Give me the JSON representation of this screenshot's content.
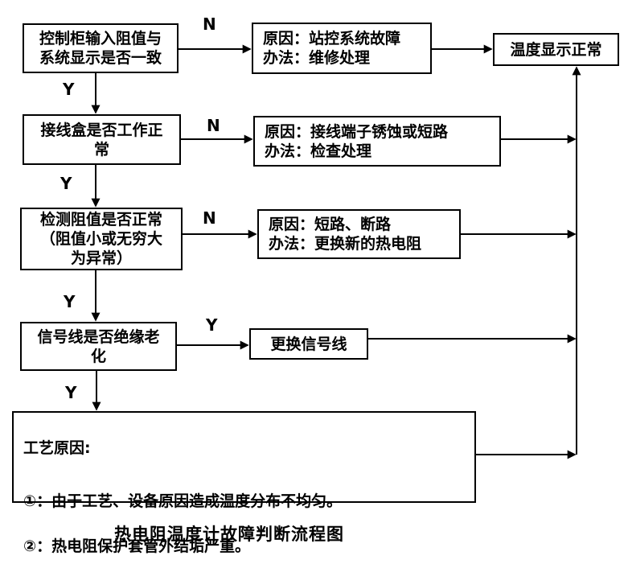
{
  "diagram": {
    "caption": "热电阻温度计故障判断流程图",
    "nodes": {
      "decision1": "控制柜输入阻值与\n系统显示是否一致",
      "cause1": "原因：站控系统故障\n办法：维修处理",
      "normal": "温度显示正常",
      "decision2": "接线盒是否工作正\n常",
      "cause2": "原因：接线端子锈蚀或短路\n办法：检查处理",
      "decision3": "检测阻值是否正常\n（阻值小或无穷大\n为异常）",
      "cause3": "原因：短路、断路\n办法：更换新的热电阻",
      "decision4": "信号线是否绝缘老\n化",
      "action": "更换信号线",
      "process_title": "工艺原因:",
      "process_item1": "①：由于工艺、设备原因造成温度分布不均匀。",
      "process_item2": "②：热电阻保护套管外结垢严重。"
    },
    "edge_labels": {
      "d1_no": "N",
      "d1_yes": "Y",
      "d2_no": "N",
      "d2_yes": "Y",
      "d3_no": "N",
      "d3_yes": "Y",
      "d4_yes_right": "Y",
      "d4_yes_down": "Y"
    },
    "colors": {
      "line": "#000000",
      "background": "#ffffff",
      "text": "#000000"
    }
  }
}
